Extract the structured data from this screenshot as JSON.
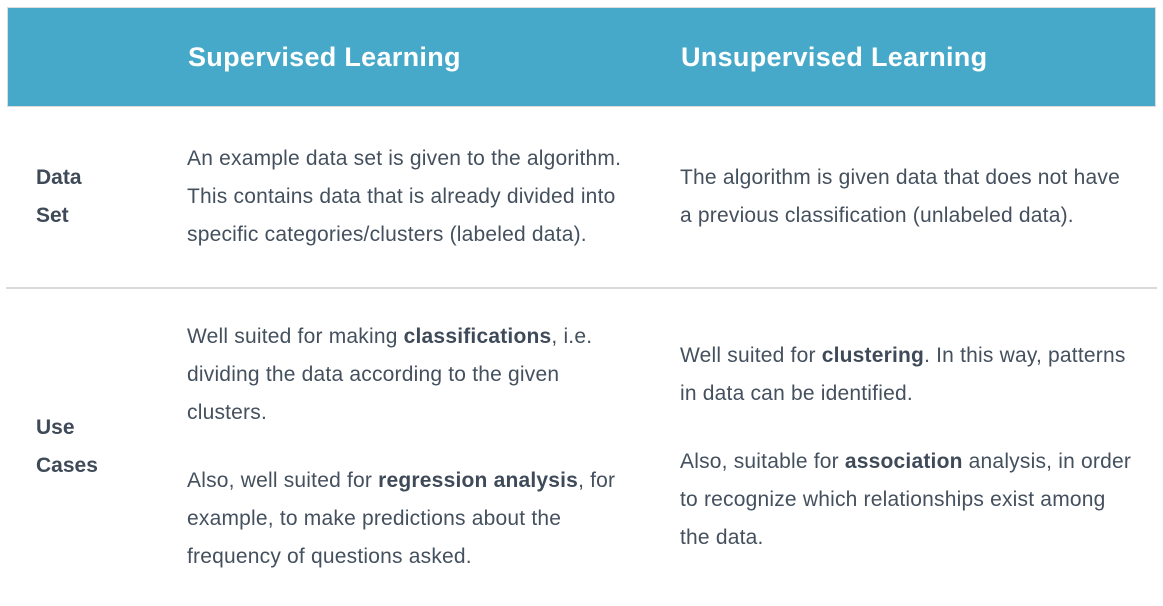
{
  "colors": {
    "header_background": "#47a9c9",
    "header_text": "#ffffff",
    "body_text": "#44505e",
    "label_text": "#3f4a59",
    "divider": "#d9d9d9"
  },
  "table": {
    "header": {
      "supervised": "Supervised Learning",
      "unsupervised": "Unsupervised Learning"
    },
    "rows": [
      {
        "label": "Data Set",
        "supervised": [
          [
            {
              "t": "An example data set is given to the algorithm. This contains data that is already divided into specific categories/clusters (labeled data).",
              "b": false
            }
          ]
        ],
        "unsupervised": [
          [
            {
              "t": "The algorithm is given data that does not have a previous classification (unlabeled data).",
              "b": false
            }
          ]
        ]
      },
      {
        "label": "Use Cases",
        "supervised": [
          [
            {
              "t": "Well suited for making ",
              "b": false
            },
            {
              "t": "classifications",
              "b": true
            },
            {
              "t": ", i.e. dividing the data according to the given clusters.",
              "b": false
            }
          ],
          [
            {
              "t": "Also, well suited for ",
              "b": false
            },
            {
              "t": "regression analysis",
              "b": true
            },
            {
              "t": ", for example, to make predictions about the frequency of questions asked.",
              "b": false
            }
          ]
        ],
        "unsupervised": [
          [
            {
              "t": "Well suited for ",
              "b": false
            },
            {
              "t": "clustering",
              "b": true
            },
            {
              "t": ". In this way, patterns in data can be identified.",
              "b": false
            }
          ],
          [
            {
              "t": "Also, suitable for ",
              "b": false
            },
            {
              "t": "association",
              "b": true
            },
            {
              "t": " analysis, in order to recognize which relationships exist among the data.",
              "b": false
            }
          ]
        ]
      }
    ]
  }
}
